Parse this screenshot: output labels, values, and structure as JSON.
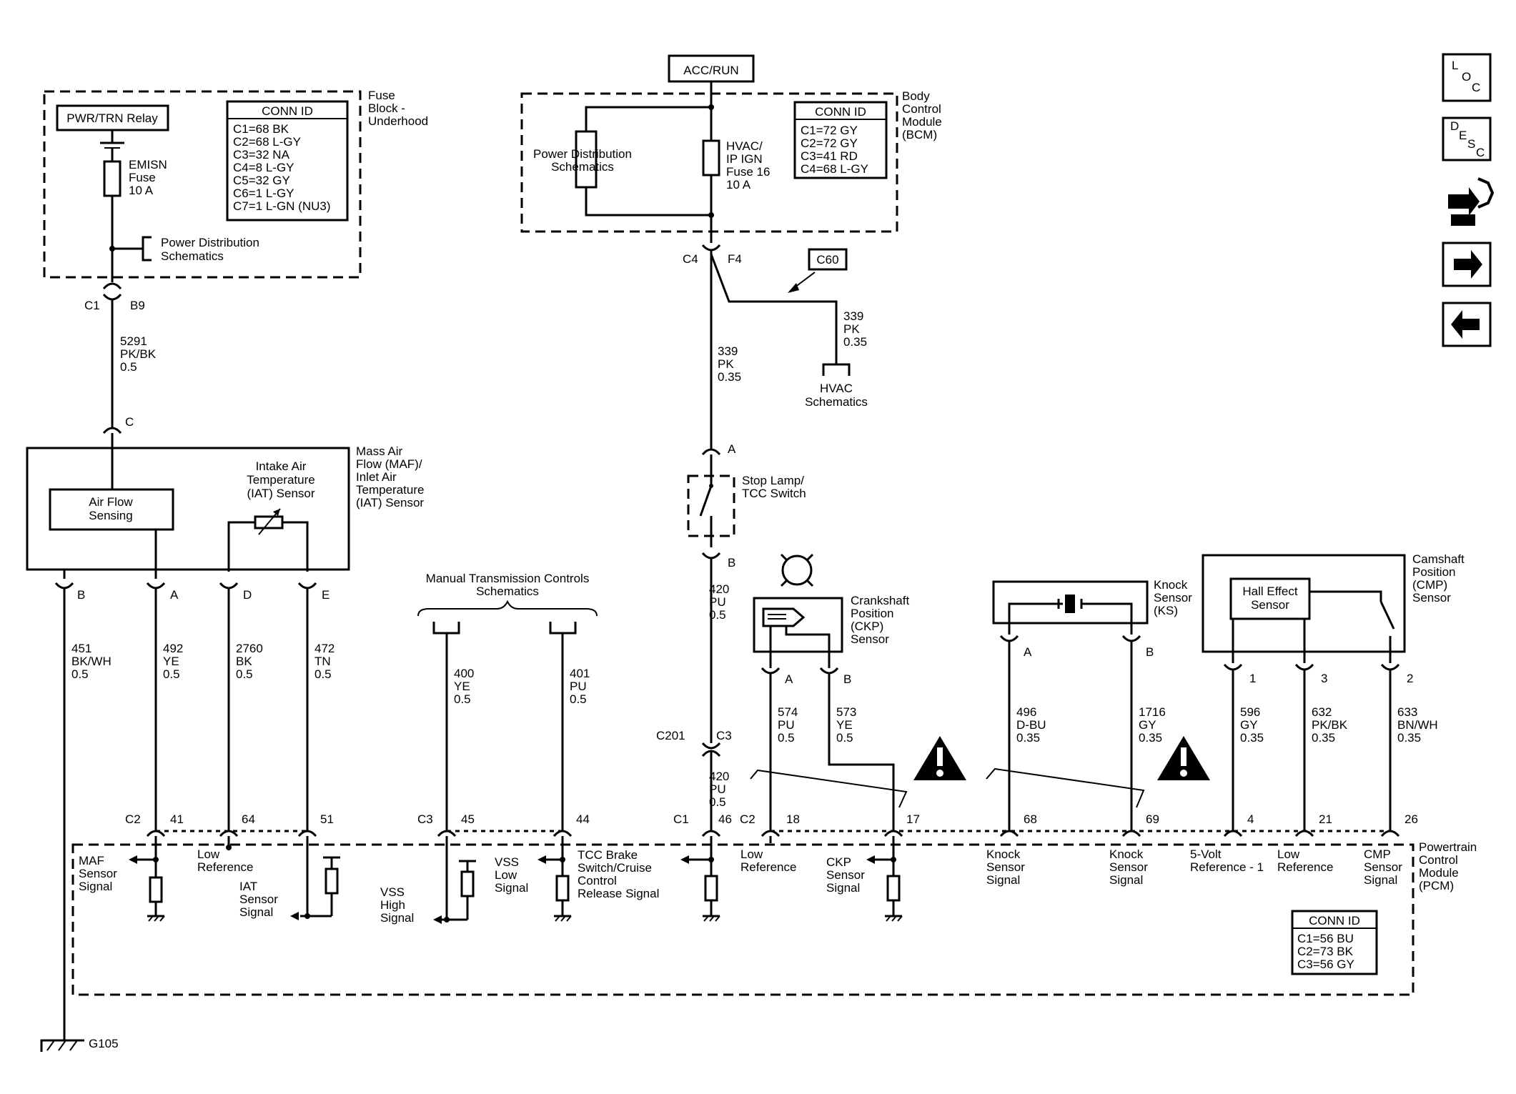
{
  "feed": "ACC/RUN",
  "fuse_block": {
    "relay": "PWR/TRN Relay",
    "fuse_lines": [
      "EMISN",
      "Fuse",
      "10 A"
    ],
    "ref_lines": [
      "Power Distribution",
      "Schematics"
    ],
    "title_lines": [
      "Fuse",
      "Block -",
      "Underhood"
    ],
    "conn_title": "CONN ID",
    "conn_items": [
      "C1=68 BK",
      "C2=68 L-GY",
      "C3=32 NA",
      "C4=8 L-GY",
      "C5=32 GY",
      "C6=1 L-GY",
      "C7=1 L-GN (NU3)"
    ],
    "conn_c1": "C1",
    "pin_b9": "B9"
  },
  "bcm": {
    "ref_lines": [
      "Power Distribution",
      "Schematics"
    ],
    "fuse_lines": [
      "HVAC/",
      "IP IGN",
      "Fuse 16",
      "10 A"
    ],
    "title_lines": [
      "Body",
      "Control",
      "Module",
      "(BCM)"
    ],
    "conn_title": "CONN ID",
    "conn_items": [
      "C1=72 GY",
      "C2=72 GY",
      "C3=41 RD",
      "C4=68 L-GY"
    ],
    "conn_c4": "C4",
    "pin_f4": "F4"
  },
  "splice": "C60",
  "hvac_ref": [
    "HVAC",
    "Schematics"
  ],
  "maf": {
    "title_lines": [
      "Mass Air",
      "Flow (MAF)/",
      "Inlet Air",
      "Temperature",
      "(IAT) Sensor"
    ],
    "airflow_lines": [
      "Air Flow",
      "Sensing"
    ],
    "iat_lines": [
      "Intake Air",
      "Temperature",
      "(IAT) Sensor"
    ],
    "pin_c": "C",
    "pins": [
      "B",
      "A",
      "D",
      "E"
    ]
  },
  "stop_lamp": {
    "title_lines": [
      "Stop Lamp/",
      "TCC Switch"
    ],
    "pin_a": "A",
    "pin_b": "B"
  },
  "manual_trans": [
    "Manual Transmission Controls",
    "Schematics"
  ],
  "ckp": {
    "title_lines": [
      "Crankshaft",
      "Position",
      "(CKP)",
      "Sensor"
    ],
    "pins": [
      "A",
      "B"
    ]
  },
  "ks": {
    "title_lines": [
      "Knock",
      "Sensor",
      "(KS)"
    ],
    "pins": [
      "A",
      "B"
    ]
  },
  "cmp": {
    "title_lines": [
      "Camshaft",
      "Position",
      "(CMP)",
      "Sensor"
    ],
    "hall_lines": [
      "Hall Effect",
      "Sensor"
    ],
    "pins": [
      "1",
      "3",
      "2"
    ]
  },
  "wires": [
    {
      "circuit": "5291",
      "color": "PK/BK",
      "size": "0.5"
    },
    {
      "circuit": "339",
      "color": "PK",
      "size": "0.35"
    },
    {
      "circuit": "339",
      "color": "PK",
      "size": "0.35"
    },
    {
      "circuit": "451",
      "color": "BK/WH",
      "size": "0.5"
    },
    {
      "circuit": "492",
      "color": "YE",
      "size": "0.5"
    },
    {
      "circuit": "2760",
      "color": "BK",
      "size": "0.5"
    },
    {
      "circuit": "472",
      "color": "TN",
      "size": "0.5"
    },
    {
      "circuit": "400",
      "color": "YE",
      "size": "0.5"
    },
    {
      "circuit": "401",
      "color": "PU",
      "size": "0.5"
    },
    {
      "circuit": "420",
      "color": "PU",
      "size": "0.5"
    },
    {
      "circuit": "420",
      "color": "PU",
      "size": "0.5"
    },
    {
      "circuit": "574",
      "color": "PU",
      "size": "0.5"
    },
    {
      "circuit": "573",
      "color": "YE",
      "size": "0.5"
    },
    {
      "circuit": "496",
      "color": "D-BU",
      "size": "0.35"
    },
    {
      "circuit": "1716",
      "color": "GY",
      "size": "0.35"
    },
    {
      "circuit": "596",
      "color": "GY",
      "size": "0.35"
    },
    {
      "circuit": "632",
      "color": "PK/BK",
      "size": "0.35"
    },
    {
      "circuit": "633",
      "color": "BN/WH",
      "size": "0.35"
    }
  ],
  "inline_c201": {
    "name": "C201",
    "pin": "C3"
  },
  "pcm": {
    "title_lines": [
      "Powertrain",
      "Control",
      "Module",
      "(PCM)"
    ],
    "conn_title": "CONN ID",
    "conn_items": [
      "C1=56 BU",
      "C2=73 BK",
      "C3=56 GY"
    ],
    "connectors": [
      "C2",
      "C3",
      "C1",
      "C2"
    ],
    "pins": [
      "41",
      "64",
      "51",
      "45",
      "44",
      "46",
      "18",
      "17",
      "68",
      "69",
      "4",
      "21",
      "26"
    ],
    "signals": [
      [
        "MAF",
        "Sensor",
        "Signal"
      ],
      [
        "Low",
        "Reference"
      ],
      [
        "IAT",
        "Sensor",
        "Signal"
      ],
      [
        "VSS",
        "High",
        "Signal"
      ],
      [
        "VSS",
        "Low",
        "Signal"
      ],
      [
        "TCC Brake",
        "Switch/Cruise",
        "Control",
        "Release Signal"
      ],
      [
        "Low",
        "Reference"
      ],
      [
        "CKP",
        "Sensor",
        "Signal"
      ],
      [
        "Knock",
        "Sensor",
        "Signal"
      ],
      [
        "Knock",
        "Sensor",
        "Signal"
      ],
      [
        "5-Volt",
        "Reference - 1"
      ],
      [
        "Low",
        "Reference"
      ],
      [
        "CMP",
        "Sensor",
        "Signal"
      ]
    ]
  },
  "ground": "G105",
  "nav": {
    "loc": [
      "L",
      "O",
      "C"
    ],
    "desc": [
      "D",
      "E",
      "S",
      "C"
    ]
  }
}
